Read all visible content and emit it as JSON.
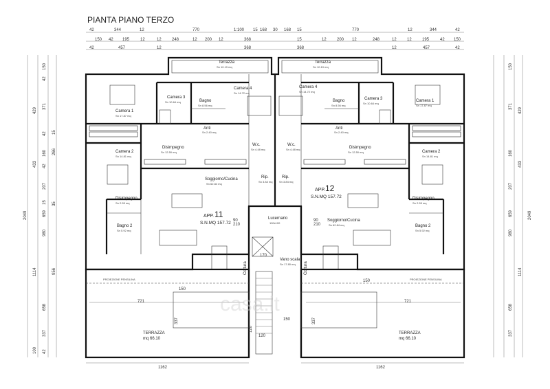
{
  "title": "PIANTA PIANO TERZO",
  "scale": "1:100",
  "top_dims_row1": [
    "42",
    "344",
    "12",
    "770",
    "15",
    "168",
    "30",
    "168",
    "15",
    "770",
    "12",
    "344",
    "42"
  ],
  "top_dims_row2": [
    "150",
    "42",
    "195",
    "12",
    "12",
    "248",
    "12",
    "200",
    "12",
    "368",
    "15",
    "12",
    "200",
    "12",
    "248",
    "12",
    "12",
    "195",
    "42",
    "150"
  ],
  "top_dims_row3": [
    "42",
    "457",
    "12",
    "368",
    "368",
    "12",
    "457",
    "42"
  ],
  "left_dims_a": [
    "150",
    "42",
    "371",
    "42",
    "160",
    "42",
    "207",
    "15",
    "2049"
  ],
  "left_dims_b": [
    "429",
    "15",
    "266",
    "433",
    "35",
    "659",
    "980",
    "1114",
    "956",
    "658",
    "337",
    "100",
    "42"
  ],
  "apartments": {
    "left": {
      "label": "APP.",
      "number": "11",
      "area": "S.N.MQ 157.72"
    },
    "right": {
      "label": "APP.",
      "number": "12",
      "area": "S.N.MQ 157.72"
    }
  },
  "rooms": {
    "terrazza_top": "Terrazza",
    "terrazza_top_area": "Sn   10.19 mq",
    "camera1": "Camera 1",
    "camera1_area": "Sn   17.87 mq",
    "camera2": "Camera 2",
    "camera2_area": "Sn   14.81 mq",
    "camera3": "Camera 3",
    "camera3_area": "Sn   10.64 mq",
    "camera4": "Camera 4",
    "camera4_area": "Sn   14.72 mq",
    "bagno": "Bagno",
    "bagno_area": "Sn   8.56 mq",
    "anti": "Anti",
    "anti_area": "Sn   2.40 mq",
    "disimpegno": "Disimpegno",
    "disimpegno_area": "Sn   12.50 mq",
    "wc": "W.c.",
    "wc_area": "Sn   4.48 mq",
    "soggiorno": "Soggiorno/Cucina",
    "soggiorno_area": "Sn   62.84 mq",
    "rip": "Rip.",
    "rip_area": "Sn   3.84 mq",
    "disimpegno2": "Disimpegno",
    "disimpegno2_area": "Sn   2.55 mq",
    "bagno2": "Bagno 2",
    "bagno2_area": "Sn   5.92 mq",
    "lucernario": "Lucernario",
    "lucernario_size": "100x100",
    "vano_scala": "Vano scala",
    "vano_scala_area": "Sn   17.80 mq",
    "cottura": "Cottura",
    "proiezione": "PROIEZIONE PENSILINA",
    "terrazza_big": "TERRAZZA",
    "terrazza_big_area": "mq 66.10"
  },
  "bottom_dims": {
    "d150": "150",
    "d721": "721",
    "d337": "337",
    "d120": "120",
    "d1162": "1162",
    "d170": "170",
    "d90_210": "90",
    "d210": "210"
  },
  "watermark": "casa.it"
}
